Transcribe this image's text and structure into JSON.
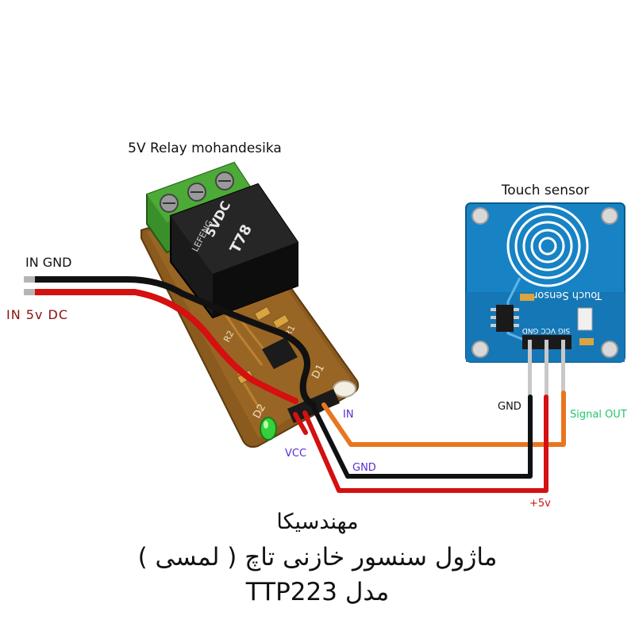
{
  "labels": {
    "relay_title": "5V Relay mohandesika",
    "touch_title": "Touch sensor",
    "in_gnd": "IN  GND",
    "in_5v": "IN  5v DC",
    "relay_in": "IN",
    "relay_vcc": "VCC",
    "relay_gnd": "GND",
    "sensor_gnd": "GND",
    "signal_out": "Signal OUT",
    "plus5v": "+5v",
    "relay_chip": "T78",
    "relay_voltage": "5VDC",
    "relay_brand": "LEFENG",
    "pcb_d1": "D1",
    "pcb_d2": "D2",
    "pcb_r1": "R1",
    "pcb_r2": "R2",
    "sensor_silk": "Touch Sensor",
    "pins_silk": "SIG VCC GND"
  },
  "footer": {
    "line1": "مهندسیکا",
    "line2": "ماژول سنسور خازنی تاچ ( لمسی )",
    "line3": "مدل TTP223"
  },
  "colors": {
    "red_wire": "#d41010",
    "black_wire": "#111111",
    "orange_wire": "#e87520",
    "pcb_blue": "#1783c4",
    "pcb_brown": "#8a5a1e",
    "terminal_green": "#3b8f2a",
    "label_purple": "#5a2bd6",
    "label_red": "#c81818",
    "label_green": "#1ec86b",
    "label_dark_red": "#8a1010"
  }
}
